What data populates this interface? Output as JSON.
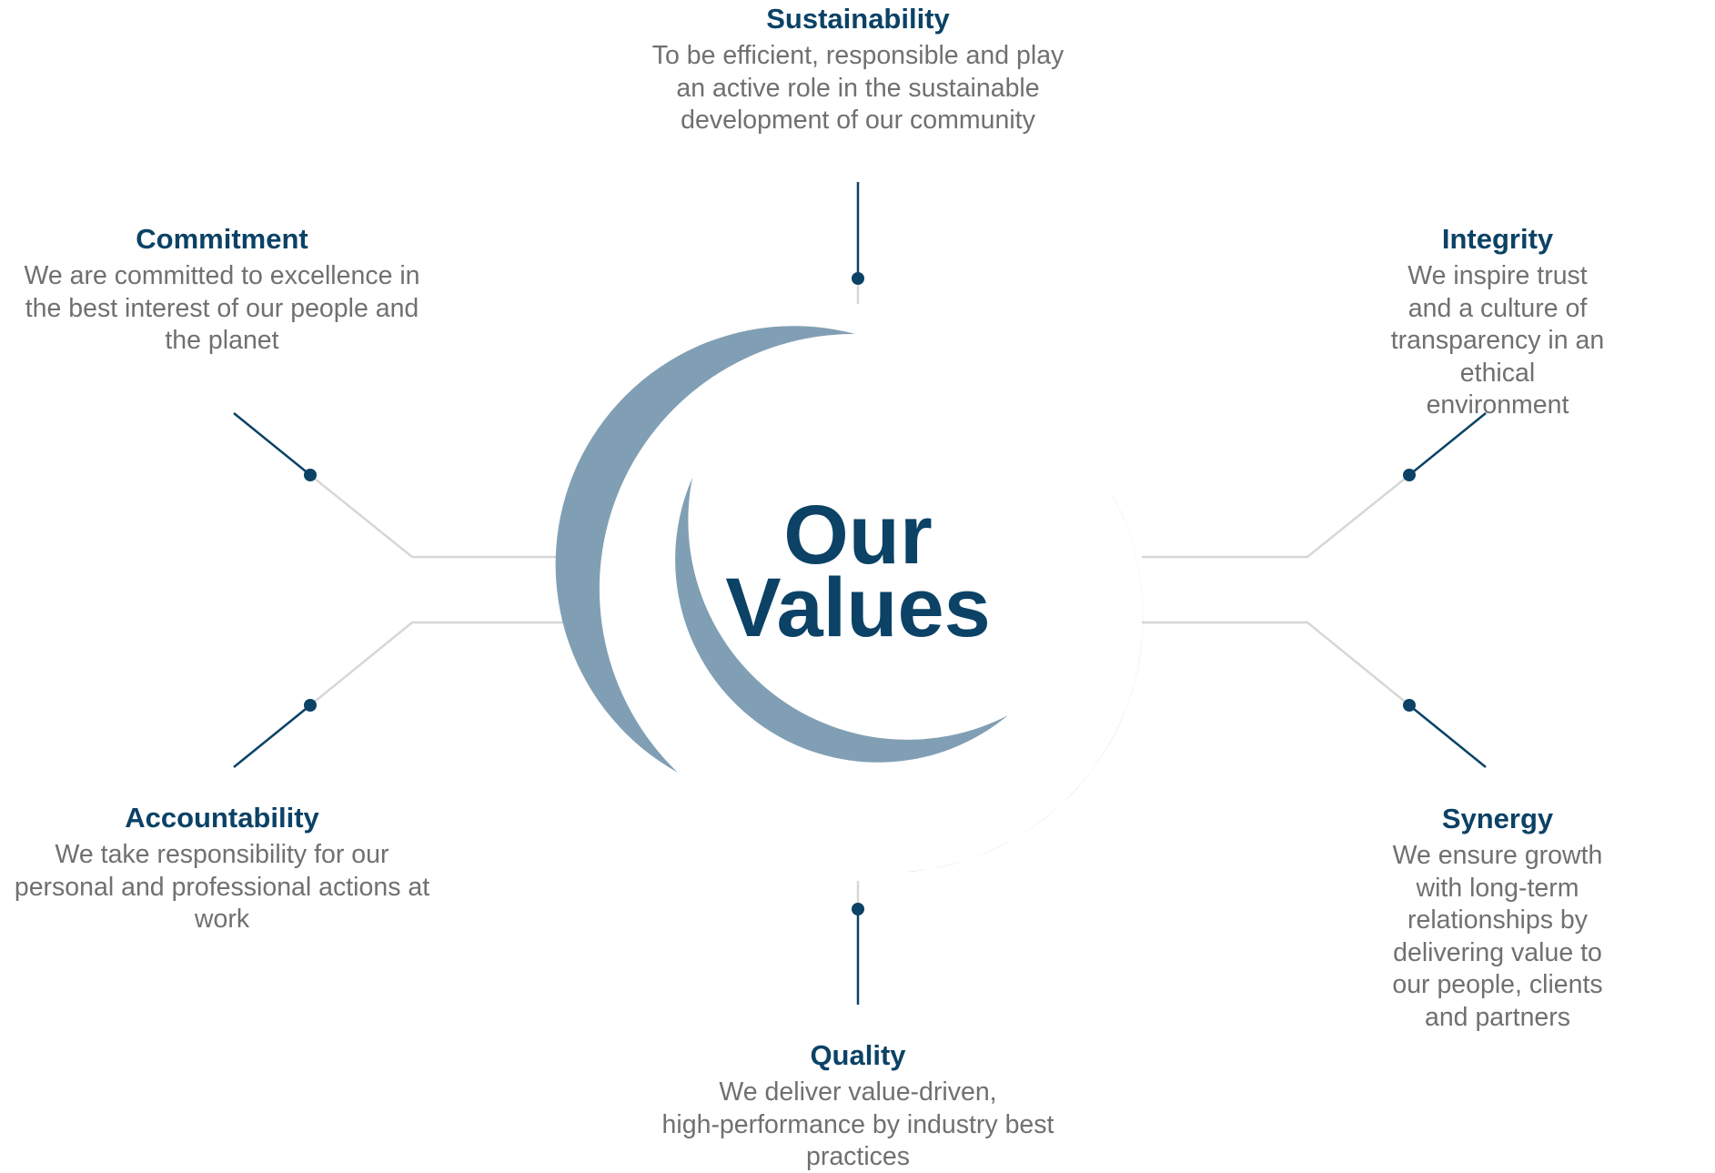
{
  "center": {
    "line1": "Our",
    "line2": "Values"
  },
  "values": {
    "sustainability": {
      "title": "Sustainability",
      "desc": [
        "To be efficient, responsible and play",
        "an active role in the sustainable",
        "development of our community"
      ]
    },
    "commitment": {
      "title": "Commitment",
      "desc": [
        "We are committed to excellence in",
        "the best interest of our people and",
        "the planet"
      ]
    },
    "integrity": {
      "title": "Integrity",
      "desc": [
        "We inspire trust and a culture of",
        "transparency in an ethical",
        "environment"
      ]
    },
    "accountability": {
      "title": "Accountability",
      "desc": [
        "We take responsibility for our",
        "personal and professional actions at",
        "work"
      ]
    },
    "synergy": {
      "title": "Synergy",
      "desc": [
        "We ensure growth with long-term",
        "relationships by delivering value to",
        "our people, clients and partners"
      ]
    },
    "quality": {
      "title": "Quality",
      "desc": [
        "We deliver value-driven,",
        "high-performance by industry best",
        "practices"
      ]
    }
  },
  "colors": {
    "navy": "#0b4266",
    "ring": "#819fb4",
    "connector_gray": "#d7d7d7",
    "text_gray": "#707070"
  }
}
